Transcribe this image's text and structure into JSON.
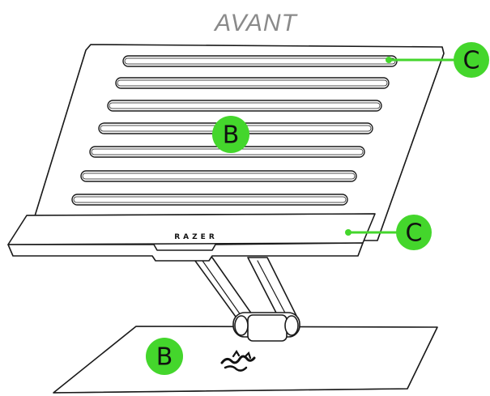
{
  "diagram": {
    "orientation_label": "AVANT",
    "brand_mark": "RAZER",
    "callouts": {
      "top_right": "C",
      "lower_right": "C",
      "platform_center": "B",
      "base_plate": "B"
    },
    "colors": {
      "accent": "#44d62c",
      "label_gray": "#8a8a8a",
      "outline": "#1a1a1a"
    },
    "icons": {
      "base_logo": "razer-snake-logo-icon"
    }
  }
}
